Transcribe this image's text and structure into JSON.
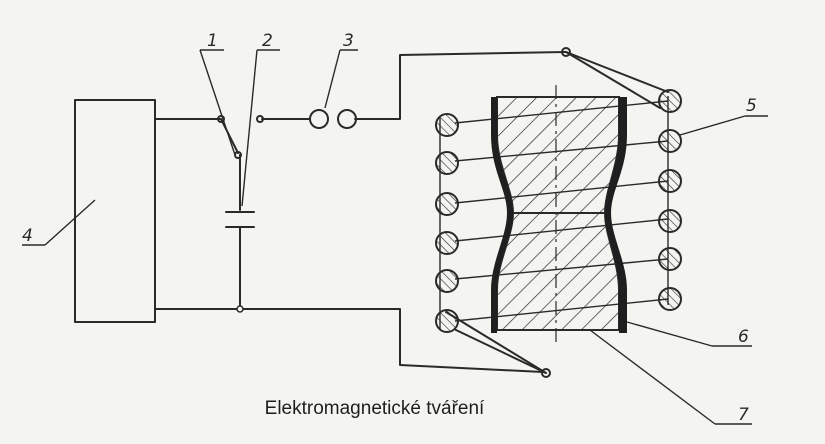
{
  "labels": {
    "l1": "1",
    "l2": "2",
    "l3": "3",
    "l4": "4",
    "l5": "5",
    "l6": "6",
    "l7": "7"
  },
  "caption": "Elektromagnetické tváření",
  "colors": {
    "ink": "#2a2a2a",
    "paper": "#f4f4f1"
  }
}
